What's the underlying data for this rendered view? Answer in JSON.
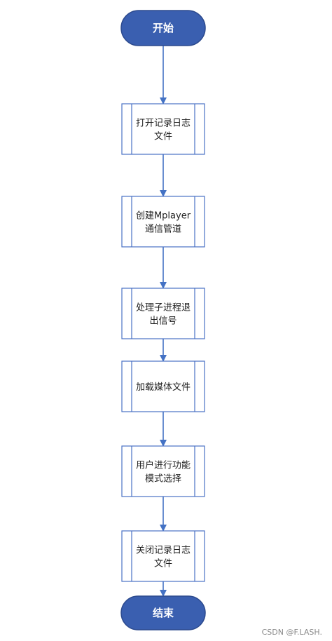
{
  "flowchart": {
    "start": "开始",
    "steps": [
      {
        "lines": [
          "打开记录日志",
          "文件"
        ]
      },
      {
        "lines": [
          "创建Mplayer",
          "通信管道"
        ]
      },
      {
        "lines": [
          "处理子进程退",
          "出信号"
        ]
      },
      {
        "lines": [
          "加载媒体文件"
        ]
      },
      {
        "lines": [
          "用户进行功能",
          "模式选择"
        ]
      },
      {
        "lines": [
          "关闭记录日志",
          "文件"
        ]
      }
    ],
    "end": "结束"
  },
  "colors": {
    "terminal_fill": "#3a5fb0",
    "terminal_stroke": "#2c4a8e",
    "process_stroke": "#4a72c4",
    "arrow": "#4472c4"
  },
  "watermark": "CSDN @F.LASH."
}
